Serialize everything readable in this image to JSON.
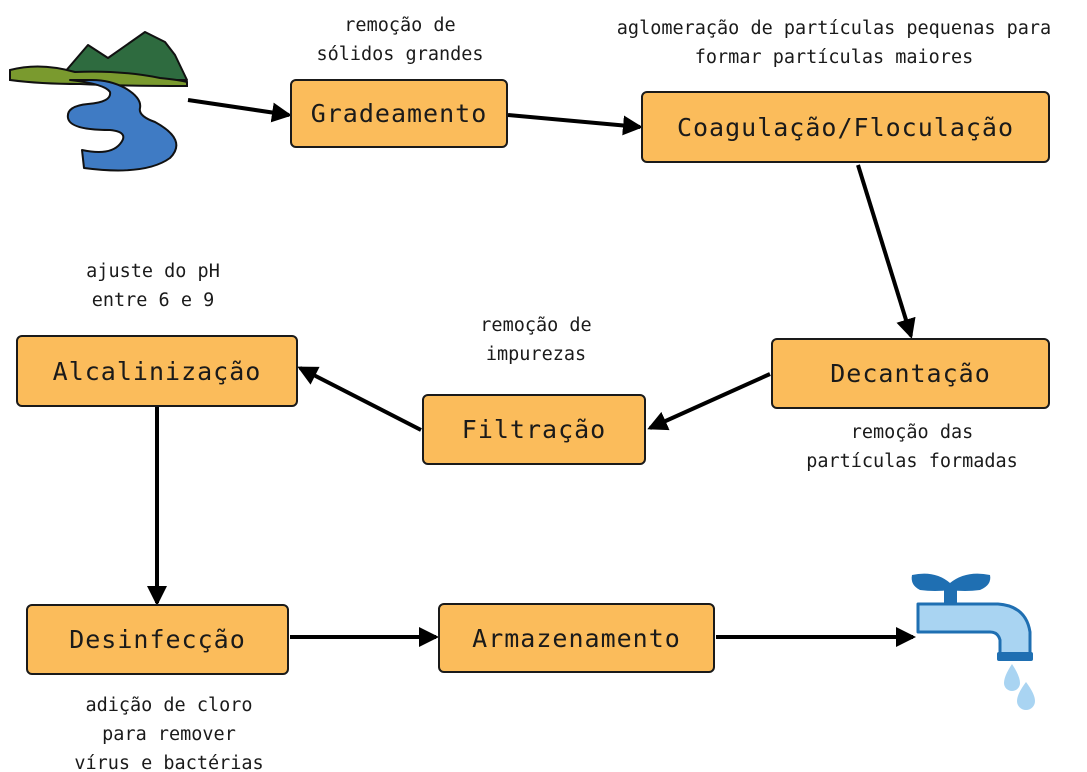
{
  "steps": {
    "gradeamento": "Gradeamento",
    "coagulacao": "Coagulação/Floculação",
    "decantacao": "Decantação",
    "filtracao": "Filtração",
    "alcalinizacao": "Alcalinização",
    "desinfeccao": "Desinfecção",
    "armazenamento": "Armazenamento"
  },
  "notes": {
    "gradeamento": [
      "remoção de",
      "sólidos grandes"
    ],
    "coagulacao": [
      "aglomeração de partículas pequenas para",
      "formar partículas maiores"
    ],
    "decantacao": [
      "remoção das",
      "partículas formadas"
    ],
    "filtracao": [
      "remoção de",
      "impurezas"
    ],
    "alcalinizacao": [
      "ajuste do pH",
      "entre 6 e 9"
    ],
    "desinfeccao": [
      "adição de cloro",
      "para remover",
      "vírus e bactérias"
    ]
  },
  "icons": {
    "source": "river-mountain-icon",
    "output": "water-faucet-icon"
  },
  "colors": {
    "box_fill": "#fbbc5b",
    "box_border": "#1a1a1a",
    "arrow": "#000000",
    "river": "#3f7bc4",
    "mountain": "#2e6b3f",
    "grass": "#7a9a2e",
    "faucet_handle": "#1f6fb2",
    "faucet_body": "#a9d4f2",
    "water_drop": "#a9d4f2"
  }
}
